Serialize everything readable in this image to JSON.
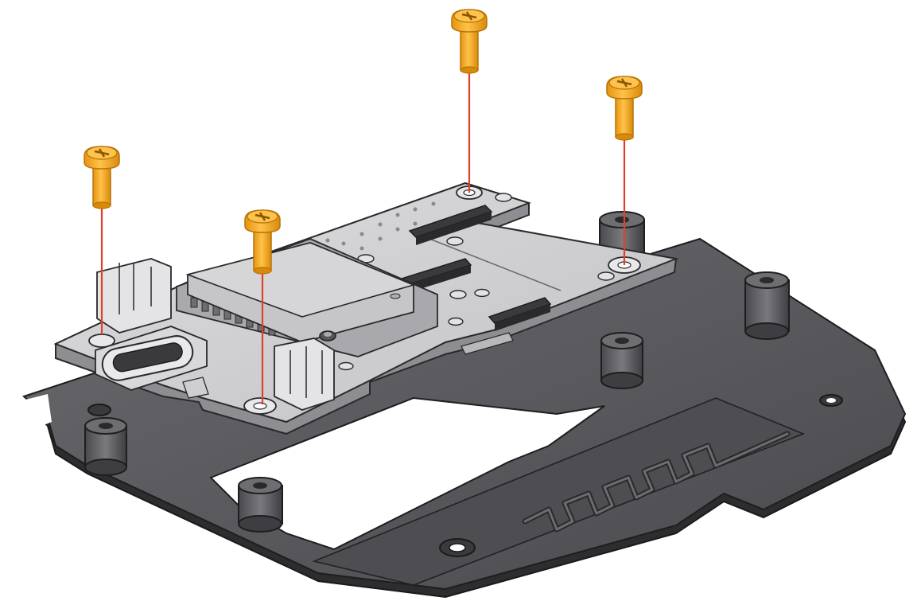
{
  "figure": {
    "type": "exploded-assembly-illustration",
    "description_visible_text": "",
    "colors": {
      "background": "#ffffff",
      "base_plate": "#57575b",
      "base_plate_edge": "#2a2a2d",
      "pcb": "#cfcfd2",
      "pcb_edge": "#3a3a3d",
      "module_shield": "#bdbdc0",
      "screw": "#f2a81e",
      "screw_shadow": "#c9830c",
      "guide_line": "#e0402a"
    },
    "parts": {
      "screw_count": 4,
      "standoff_count": 6,
      "guide_line_count": 4
    }
  }
}
